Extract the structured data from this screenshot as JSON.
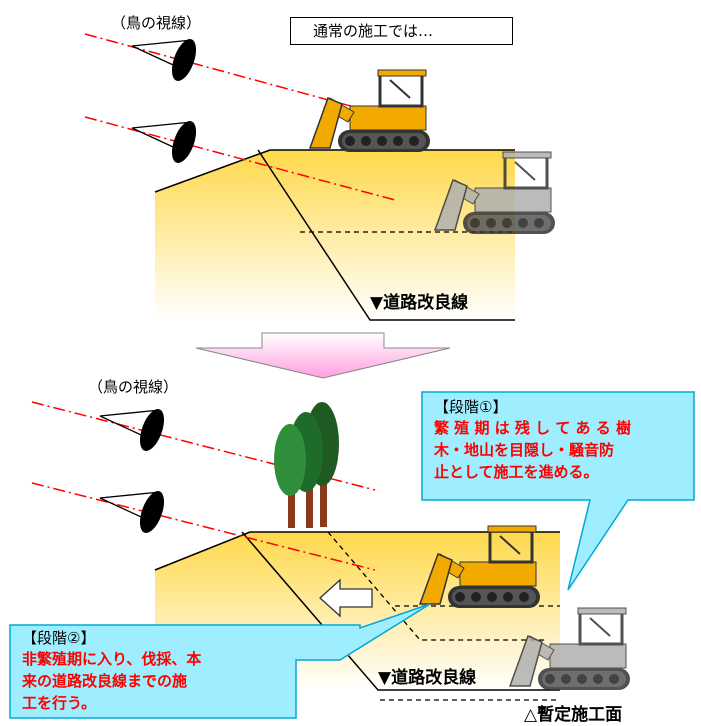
{
  "top_panel": {
    "bird_view_label": "（鳥の視線）",
    "normal_construction_label": "通常の施工では…",
    "road_improvement_line_label": "▼道路改良線"
  },
  "bottom_panel": {
    "bird_view_label": "（鳥の視線）",
    "road_improvement_line_label": "▼道路改良線",
    "temporary_surface_label": "△暫定施工面"
  },
  "callout_stage1": {
    "title": "【段階①】",
    "lines": [
      "繁 殖 期 は 残 し て あ る 樹",
      "木・地山を目隠し・騒音防",
      "止として施工を進める。"
    ]
  },
  "callout_stage2": {
    "title": "【段階②】",
    "lines": [
      "非繁殖期に入り、伐採、本",
      "来の道路改良線までの施",
      "工を行う。"
    ]
  },
  "colors": {
    "ground_top": "#ffe066",
    "ground_bottom": "#ffffff",
    "sightline": "#ff0000",
    "bulldozer_main": "#f2a900",
    "bulldozer_faded": "#b0b0b0",
    "callout_fill": "#9eeeff",
    "callout_border": "#00a8d8",
    "tree_dark": "#1f6b2a",
    "tree_light": "#2f8f3a",
    "trunk": "#8a3a1a"
  }
}
